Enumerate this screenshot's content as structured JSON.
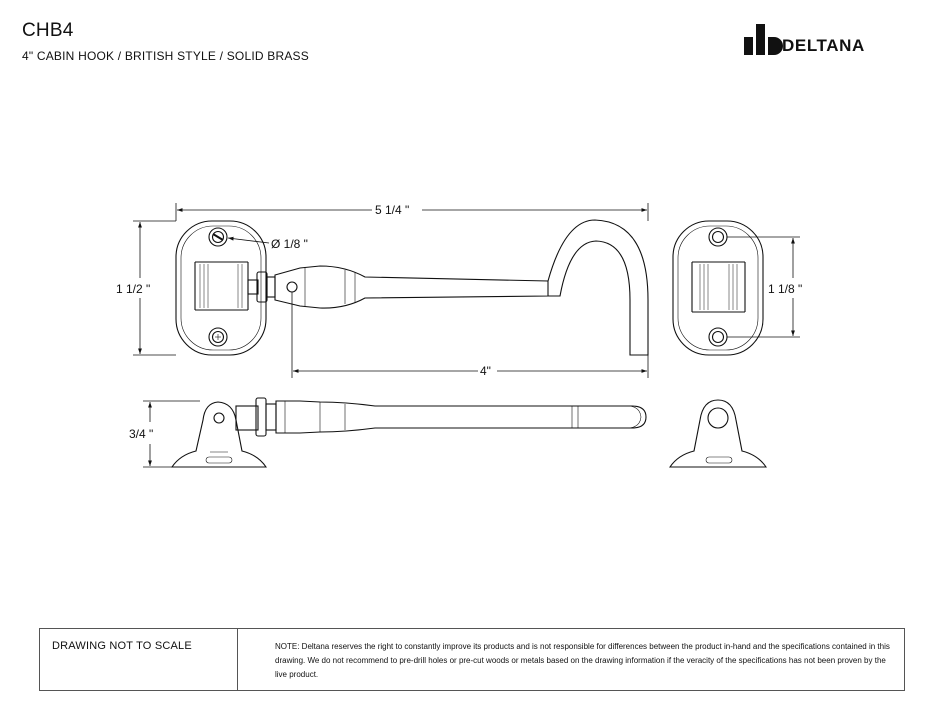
{
  "header": {
    "model": "CHB4",
    "subtitle": "4\" CABIN HOOK / BRITISH STYLE / SOLID BRASS"
  },
  "logo": {
    "text": "DELTANA"
  },
  "dimensions": {
    "overall_length": "5 1/4  \"",
    "height": "1 1/2  \"",
    "screw_hole": "Ø 1/8  \"",
    "hook_length": "4\"",
    "hole_spacing": "1 1/8  \"",
    "projection": "3/4  \""
  },
  "footer": {
    "scale_note": "DRAWING NOT TO SCALE",
    "disclaimer": "NOTE: Deltana reserves the right to constantly improve its products and is not responsible for differences between the product in-hand and the specifications contained in this drawing.  We do not recommend to pre-drill holes or pre-cut woods or metals based on the drawing information if the veracity of the specifications has not been proven by the live product."
  }
}
